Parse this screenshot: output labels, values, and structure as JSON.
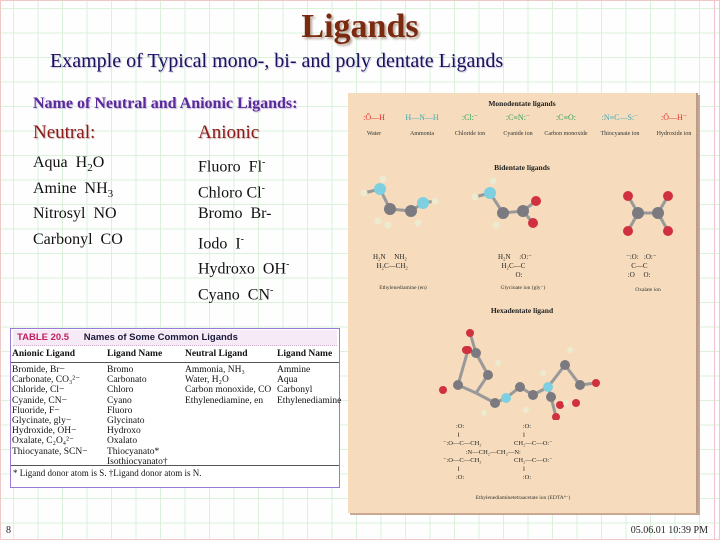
{
  "slide": {
    "title": "Ligands",
    "subtitle": "Example of Typical mono-,  bi- and poly dentate Ligands",
    "section_heading": "Name of Neutral and Anionic Ligands:",
    "page_number": "8",
    "datetime": "05.06.01 10:39 PM"
  },
  "neutral": {
    "heading": "Neutral:",
    "items": [
      {
        "name": "Aqua",
        "formula_main": "H",
        "formula_sub": "2",
        "formula_tail": "O"
      },
      {
        "name": "Amine",
        "formula_main": "NH",
        "formula_sub": "3",
        "formula_tail": ""
      },
      {
        "name": "Nitrosyl",
        "formula_main": "NO",
        "formula_sub": "",
        "formula_tail": ""
      },
      {
        "name": "Carbonyl",
        "formula_main": "CO",
        "formula_sub": "",
        "formula_tail": ""
      }
    ]
  },
  "anionic": {
    "heading": "Anionic",
    "items": [
      {
        "name": "Fluoro",
        "formula": "Fl",
        "charge": "-"
      },
      {
        "name": "Chloro",
        "formula": "Cl",
        "charge": "-"
      },
      {
        "name": "Bromo",
        "formula": "Br-",
        "charge": ""
      },
      {
        "name": "Iodo",
        "formula": "I",
        "charge": "-"
      },
      {
        "name": "Hydroxo",
        "formula": "OH",
        "charge": "-"
      },
      {
        "name": "Cyano",
        "formula": "CN",
        "charge": "-"
      }
    ]
  },
  "table": {
    "number": "TABLE 20.5",
    "caption": "Names of Some Common Ligands",
    "headers": [
      "Anionic Ligand",
      "Ligand Name",
      "Neutral Ligand",
      "Ligand Name"
    ],
    "rows": [
      [
        "Bromide, Br−",
        "Bromo",
        "Ammonia, NH₃",
        "Ammine"
      ],
      [
        "Carbonate, CO₃²⁻",
        "Carbonato",
        "Water, H₂O",
        "Aqua"
      ],
      [
        "Chloride, Cl−",
        "Chloro",
        "Carbon monoxide, CO",
        "Carbonyl"
      ],
      [
        "Cyanide, CN−",
        "Cyano",
        "Ethylenediamine, en",
        "Ethylenediamine"
      ],
      [
        "Fluoride, F−",
        "Fluoro",
        "",
        ""
      ],
      [
        "Glycinate, gly−",
        "Glycinato",
        "",
        ""
      ],
      [
        "Hydroxide, OH−",
        "Hydroxo",
        "",
        ""
      ],
      [
        "Oxalate, C₂O₄²⁻",
        "Oxalato",
        "",
        ""
      ],
      [
        "Thiocyanate, SCN−",
        "Thiocyanato*",
        "",
        ""
      ],
      [
        "",
        "Isothiocyanato†",
        "",
        ""
      ]
    ],
    "footnote": "* Ligand donor atom is S.   †Ligand donor atom is N."
  },
  "figure": {
    "mono_label": "Monodentate ligands",
    "mono_items": [
      {
        "formula": ":Ō—H",
        "name": "Water"
      },
      {
        "formula": "H—N—H",
        "name": "Ammonia"
      },
      {
        "formula": ":Cl:⁻",
        "name": "Chloride ion"
      },
      {
        "formula": ":C≡N:⁻",
        "name": "Cyanide ion"
      },
      {
        "formula": ":C≡O:",
        "name": "Carbon monoxide"
      },
      {
        "formula": ":N≡C—S:⁻",
        "name": "Thiocyanate ion"
      },
      {
        "formula": ":Ō—H⁻",
        "name": "Hydroxide ion"
      }
    ],
    "bi_label": "Bidentate ligands",
    "bi_items": [
      {
        "structure": "H₂N     NH₂\n  H₂C—CH₂",
        "name": "Ethylenediamine (en)"
      },
      {
        "structure": "H₂N     :O:⁻\n  H₂C—C\n          O:",
        "name": "Glycinate ion (gly⁻)"
      },
      {
        "structure": "⁻:O:   :O:⁻\n   C—C\n :O     O:",
        "name": "Oxalate ion"
      }
    ],
    "hexa_label": "Hexadentate ligand",
    "edta_structure": "        :O:                                    :O:\n         ‖                                       ‖\n⁻:O—C—CH₂                    CH₂—C—O:⁻\n              :N—CH₂—CH₂—N:\n⁻:O—C—CH₂                    CH₂—C—O:⁻\n         ‖                                       ‖\n        :O:                                    :O:",
    "edta_name": "Ethylenediaminetetraacetate ion (EDTA⁴⁻)"
  },
  "colors": {
    "title": "#7b2a12",
    "subtitle": "#1a1060",
    "section_heading": "#5a2a9a",
    "column_heading": "#8a1a1a",
    "figure_bg": "#f6dcbc",
    "table_border": "#9a7ad8",
    "grid": "#d9f2d9",
    "oxygen": "#e03030",
    "nitrogen": "#40a8b8",
    "carbon": "#7a7a80",
    "hydrogen": "#e8e8c8"
  }
}
